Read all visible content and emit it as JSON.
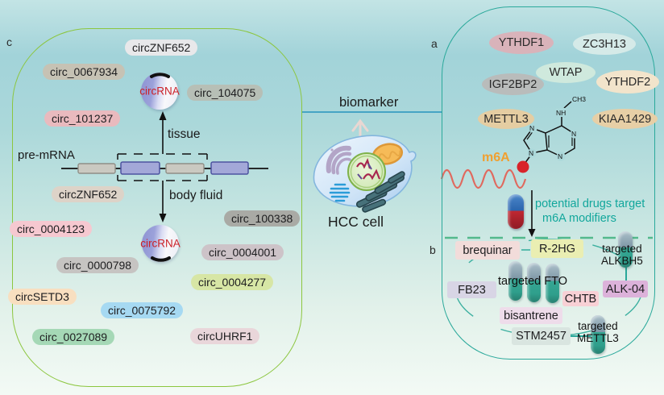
{
  "figure": {
    "panel_c_label": "c",
    "panel_a_label": "a",
    "panel_b_label": "b",
    "biomarker_label": "biomarker",
    "hcc_cell_label": "HCC cell"
  },
  "left_panel": {
    "pre_mrna_label": "pre-mRNA",
    "tissue_label": "tissue",
    "body_fluid_label": "body fluid",
    "circrna_label": "circRNA",
    "tissue_markers": [
      {
        "label": "circZNF652",
        "color": "#e8e8ea"
      },
      {
        "label": "circ_0067934",
        "color": "#c6c2b4"
      },
      {
        "label": "circ_101237",
        "color": "#e9babe"
      },
      {
        "label": "circ_104075",
        "color": "#b7bfb6"
      }
    ],
    "gene_marker": {
      "label": "circZNF652",
      "color": "#ddd3c8"
    },
    "body_fluid_markers": [
      {
        "label": "circ_0004123",
        "color": "#f6c8d0"
      },
      {
        "label": "circ_100338",
        "color": "#a9aaa5"
      },
      {
        "label": "circ_0004001",
        "color": "#cdc3c8"
      },
      {
        "label": "circ_0000798",
        "color": "#c6c4c2"
      },
      {
        "label": "circ_0004277",
        "color": "#d7e6a5"
      },
      {
        "label": "circSETD3",
        "color": "#f8dfc0"
      },
      {
        "label": "circ_0075792",
        "color": "#a6d9f2"
      },
      {
        "label": "circ_0027089",
        "color": "#a5d8b6"
      },
      {
        "label": "circUHRF1",
        "color": "#e9d6da"
      }
    ]
  },
  "right_panel": {
    "modifiers": [
      {
        "label": "YTHDF1",
        "color": "#d9b3ba"
      },
      {
        "label": "ZC3H13",
        "color": "#d5eae8"
      },
      {
        "label": "WTAP",
        "color": "#cfe9dd"
      },
      {
        "label": "IGF2BP2",
        "color": "#b9bcbb"
      },
      {
        "label": "YTHDF2",
        "color": "#f2e4cb"
      },
      {
        "label": "METTL3",
        "color": "#e5cda2"
      },
      {
        "label": "KIAA1429",
        "color": "#e7cfa6"
      }
    ],
    "chem": {
      "m6a": "m6A",
      "ch3": "CH3",
      "nh": "NH",
      "n": "N"
    },
    "note_line1": "potential drugs target",
    "note_line2": "m6A modifiers",
    "drugs": [
      {
        "label": "brequinar",
        "color": "#f2dcda"
      },
      {
        "label": "R-2HG",
        "color": "#eaeeb2"
      },
      {
        "label": "FB23",
        "color": "#d8d5e5"
      },
      {
        "label": "CHTB",
        "color": "#f8d0d5"
      },
      {
        "label": "ALK-04",
        "color": "#dcb2da"
      },
      {
        "label": "bisantrene",
        "color": "#eedcea"
      },
      {
        "label": "STM2457",
        "color": "#d9e5e0"
      }
    ],
    "targets": {
      "fto": "targeted FTO",
      "targeted_word": "targeted",
      "alkbh5": "ALKBH5",
      "mettl3": "METTL3"
    }
  },
  "palette": {
    "left_panel_border": "#8cc63f",
    "right_panel_border": "#2ba99b",
    "biomarker_line": "#46a4c4",
    "note_teal": "#12a79c",
    "m6a_orange": "#f0a030",
    "rna_wave_red": "#e0695e",
    "m6a_dot_red": "#d8232a",
    "dashed_line_green": "#53b98c"
  }
}
